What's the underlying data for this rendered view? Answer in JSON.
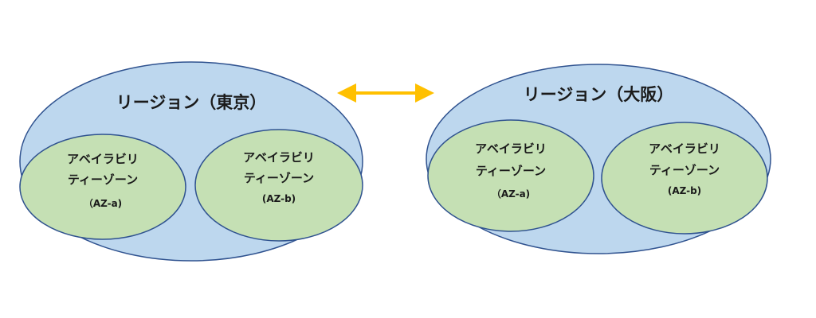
{
  "colors": {
    "region_fill": "#bdd7ee",
    "region_stroke": "#2f528f",
    "az_fill": "#c5e0b4",
    "az_stroke": "#2f528f",
    "connector": "#ffc000"
  },
  "connector": {
    "icon": "double-headed-arrow-icon"
  },
  "regions": [
    {
      "label": "リージョン（東京）",
      "zones": [
        {
          "line1": "アベイラビリ",
          "line2": "ティーゾーン",
          "id": "（AZ-a)"
        },
        {
          "line1": "アベイラビリ",
          "line2": "ティーゾーン",
          "id": "(AZ-b)"
        }
      ]
    },
    {
      "label": "リージョン（大阪）",
      "zones": [
        {
          "line1": "アベイラビリ",
          "line2": "ティーゾーン",
          "id": "（AZ-a)"
        },
        {
          "line1": "アベイラビリ",
          "line2": "ティーゾーン",
          "id": "(AZ-b)"
        }
      ]
    }
  ]
}
